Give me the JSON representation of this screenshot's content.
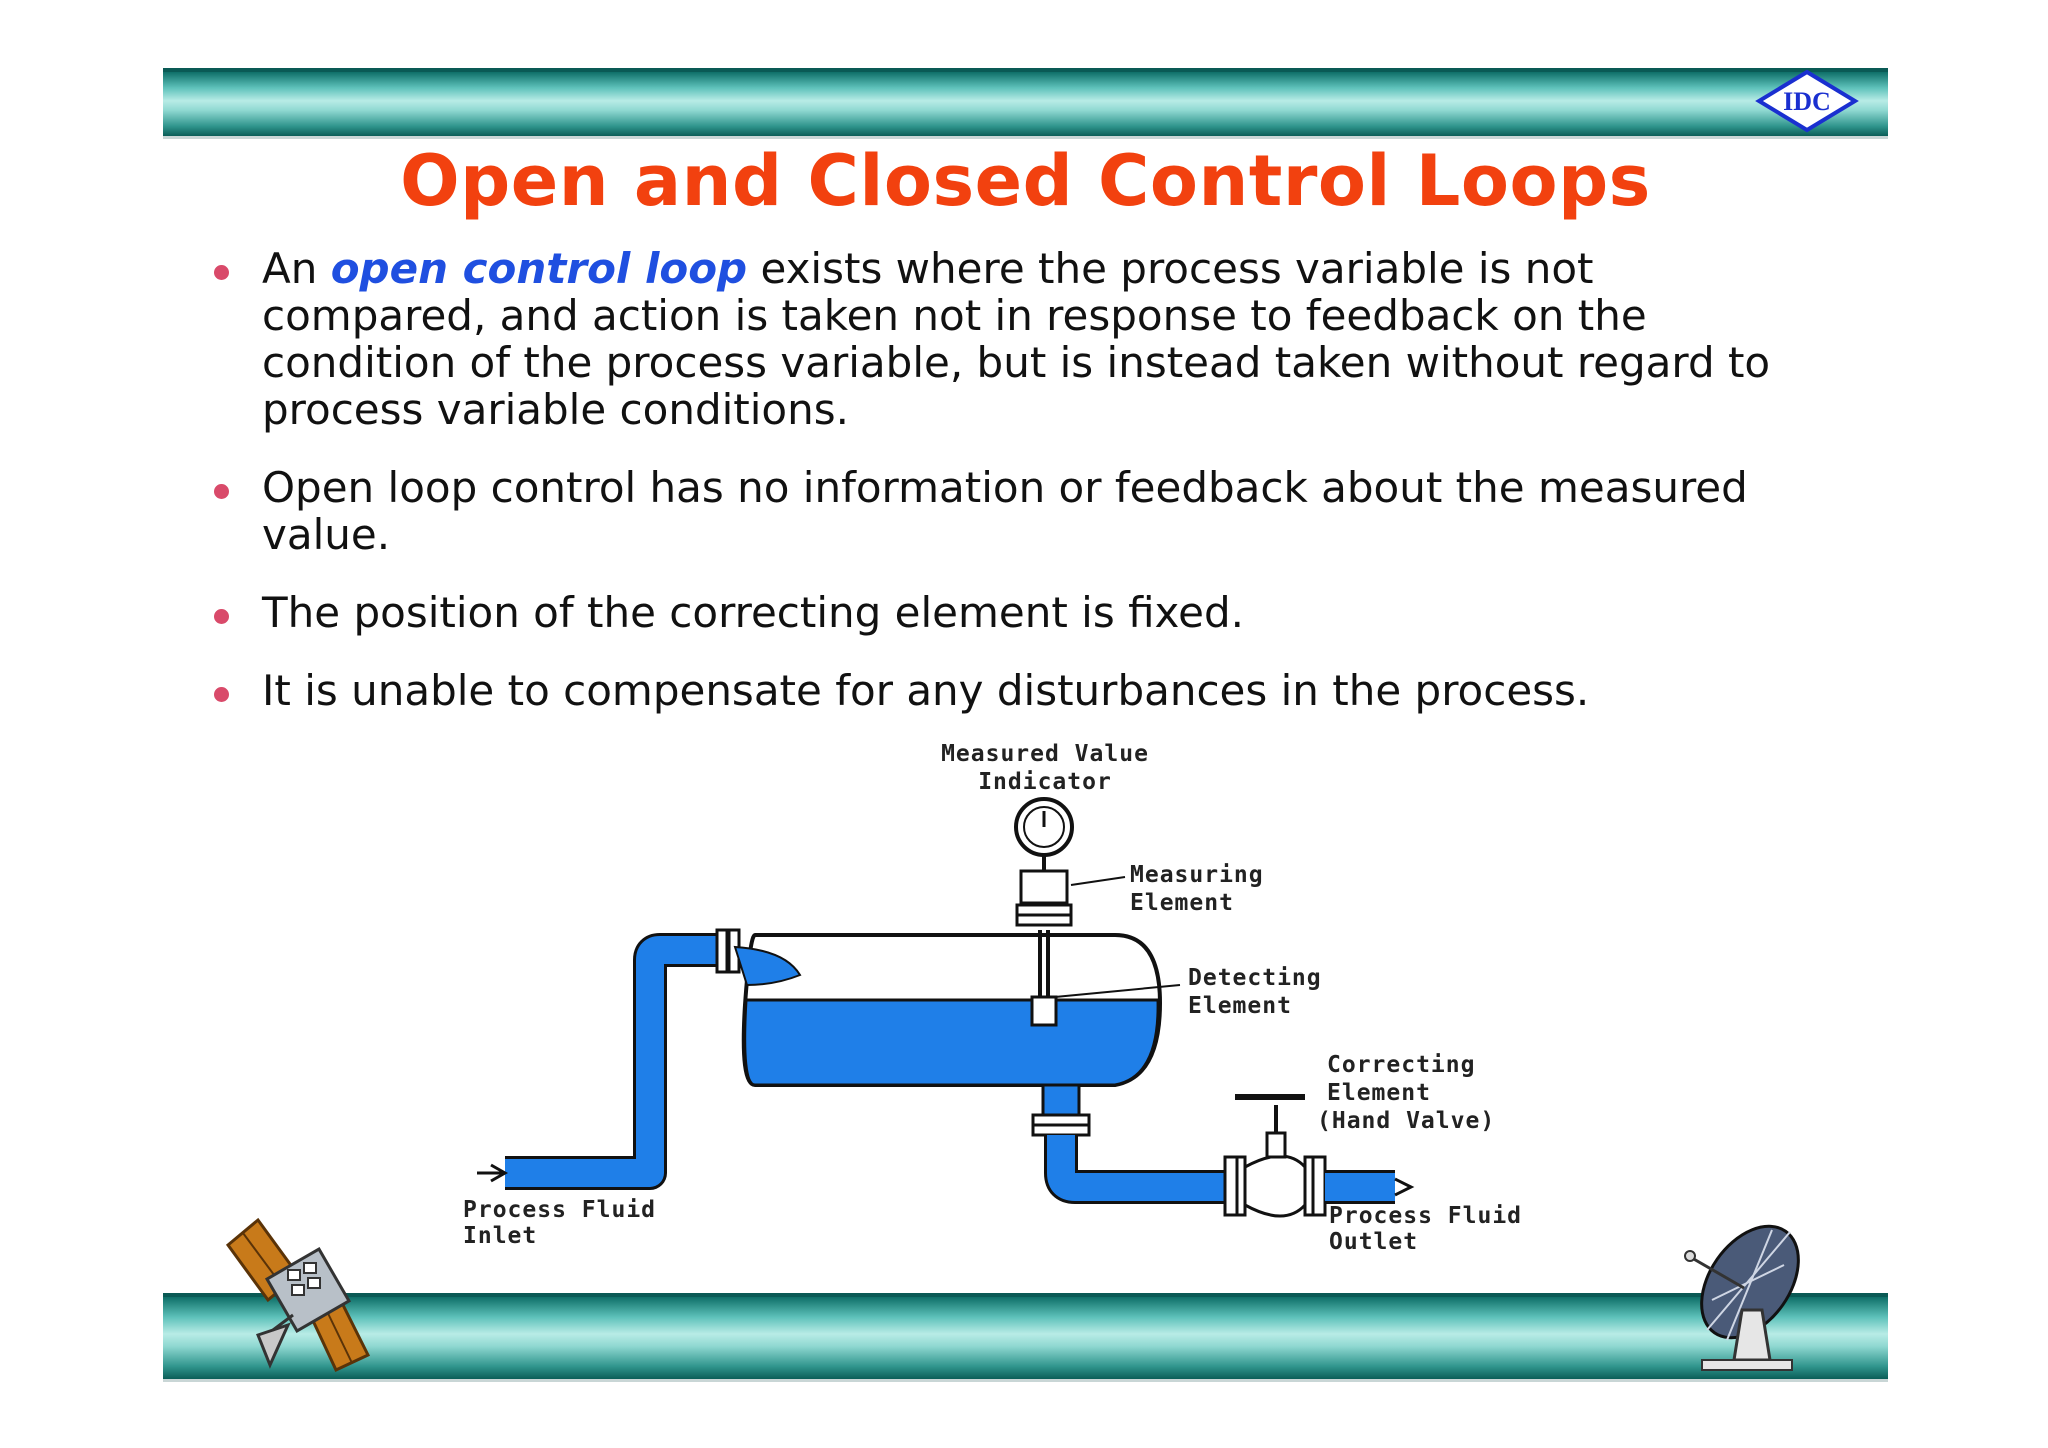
{
  "header": {
    "logo_text": "IDC"
  },
  "title": "Open and Closed Control Loops",
  "bullets": [
    {
      "prefix": "An ",
      "emphasis": "open control loop",
      "rest": " exists where the process variable is not compared, and action is taken not in response to feedback on the condition of the process variable, but is instead taken without regard to process variable conditions."
    },
    {
      "text": "Open loop control has no information or feedback about the measured value."
    },
    {
      "text": "The position of the correcting element is fixed."
    },
    {
      "text": "It is unable to compensate for any disturbances in the process."
    }
  ],
  "diagram": {
    "measured_value_indicator": [
      "Measured Value",
      "Indicator"
    ],
    "measuring_element": [
      "Measuring",
      "Element"
    ],
    "detecting_element": [
      "Detecting",
      "Element"
    ],
    "correcting_element": [
      "Correcting",
      "Element",
      "(Hand Valve)"
    ],
    "inlet": [
      "Process Fluid",
      "Inlet"
    ],
    "outlet": [
      "Process Fluid",
      "Outlet"
    ]
  },
  "colors": {
    "title": "#f2410f",
    "emphasis": "#1f4fe0",
    "fluid": "#1f7fe8",
    "band": "#2f948c",
    "bullet_dot": "#d94a6a"
  }
}
